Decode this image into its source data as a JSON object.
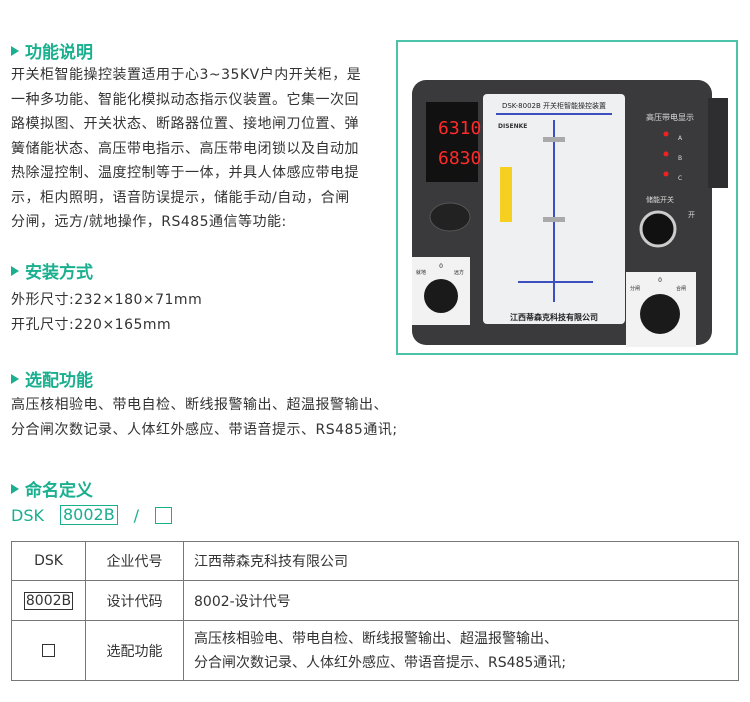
{
  "sections": {
    "function": {
      "title": "功能说明",
      "lines": [
        "开关柜智能操控装置适用于心3~35KV户内开关柜，是",
        "一种多功能、智能化模拟动态指示仪装置。它集一次回",
        "路模拟图、开关状态、断路器位置、接地闸刀位置、弹",
        "簧储能状态、高压带电指示、高压带电闭锁以及自动加",
        "热除湿控制、温度控制等于一体，并具人体感应带电提",
        "示，柜内照明，语音防误提示，储能手动/自动，合闸",
        "分闸，远方/就地操作，RS485通信等功能:"
      ]
    },
    "install": {
      "title": "安装方式",
      "lines": [
        "外形尺寸:232×180×71mm",
        "开孔尺寸:220×165mm"
      ]
    },
    "options": {
      "title": "选配功能",
      "lines": [
        "高压核相验电、带电自检、断线报警输出、超温报警输出、",
        "分合闸次数记录、人体红外感应、带语音提示、RS485通讯;"
      ]
    },
    "naming": {
      "title": "命名定义",
      "prefix": "DSK",
      "code": "8002B",
      "sep": "/"
    }
  },
  "table": {
    "rows": [
      {
        "code": "DSK",
        "name": "企业代号",
        "desc": [
          "江西蒂森克科技有限公司"
        ]
      },
      {
        "code": "8002B",
        "name": "设计代码",
        "desc": [
          "8002-设计代号"
        ]
      },
      {
        "code": "",
        "name": "选配功能",
        "desc": [
          "高压核相验电、带电自检、断线报警输出、超温报警输出、",
          "分合闸次数记录、人体红外感应、带语音提示、RS485通讯;"
        ]
      }
    ]
  },
  "device": {
    "title": "DSK-8002B 开关柜智能操控装置",
    "brand": "DISENKE",
    "display1": "6310",
    "display2": "6830",
    "hv_label": "高压带电显示",
    "energy_label": "储能开关",
    "open": "开",
    "company": "江西蒂森克科技有限公司",
    "local": "就地",
    "remote": "远方",
    "zero": "0",
    "trip": "分闸",
    "close": "合闸",
    "phases": [
      "A",
      "B",
      "C"
    ]
  },
  "colors": {
    "accent": "#1aaf8e",
    "device_body": "#3a3a3c",
    "display": "#ff2a2a",
    "diagram": "#3b4fbf"
  }
}
